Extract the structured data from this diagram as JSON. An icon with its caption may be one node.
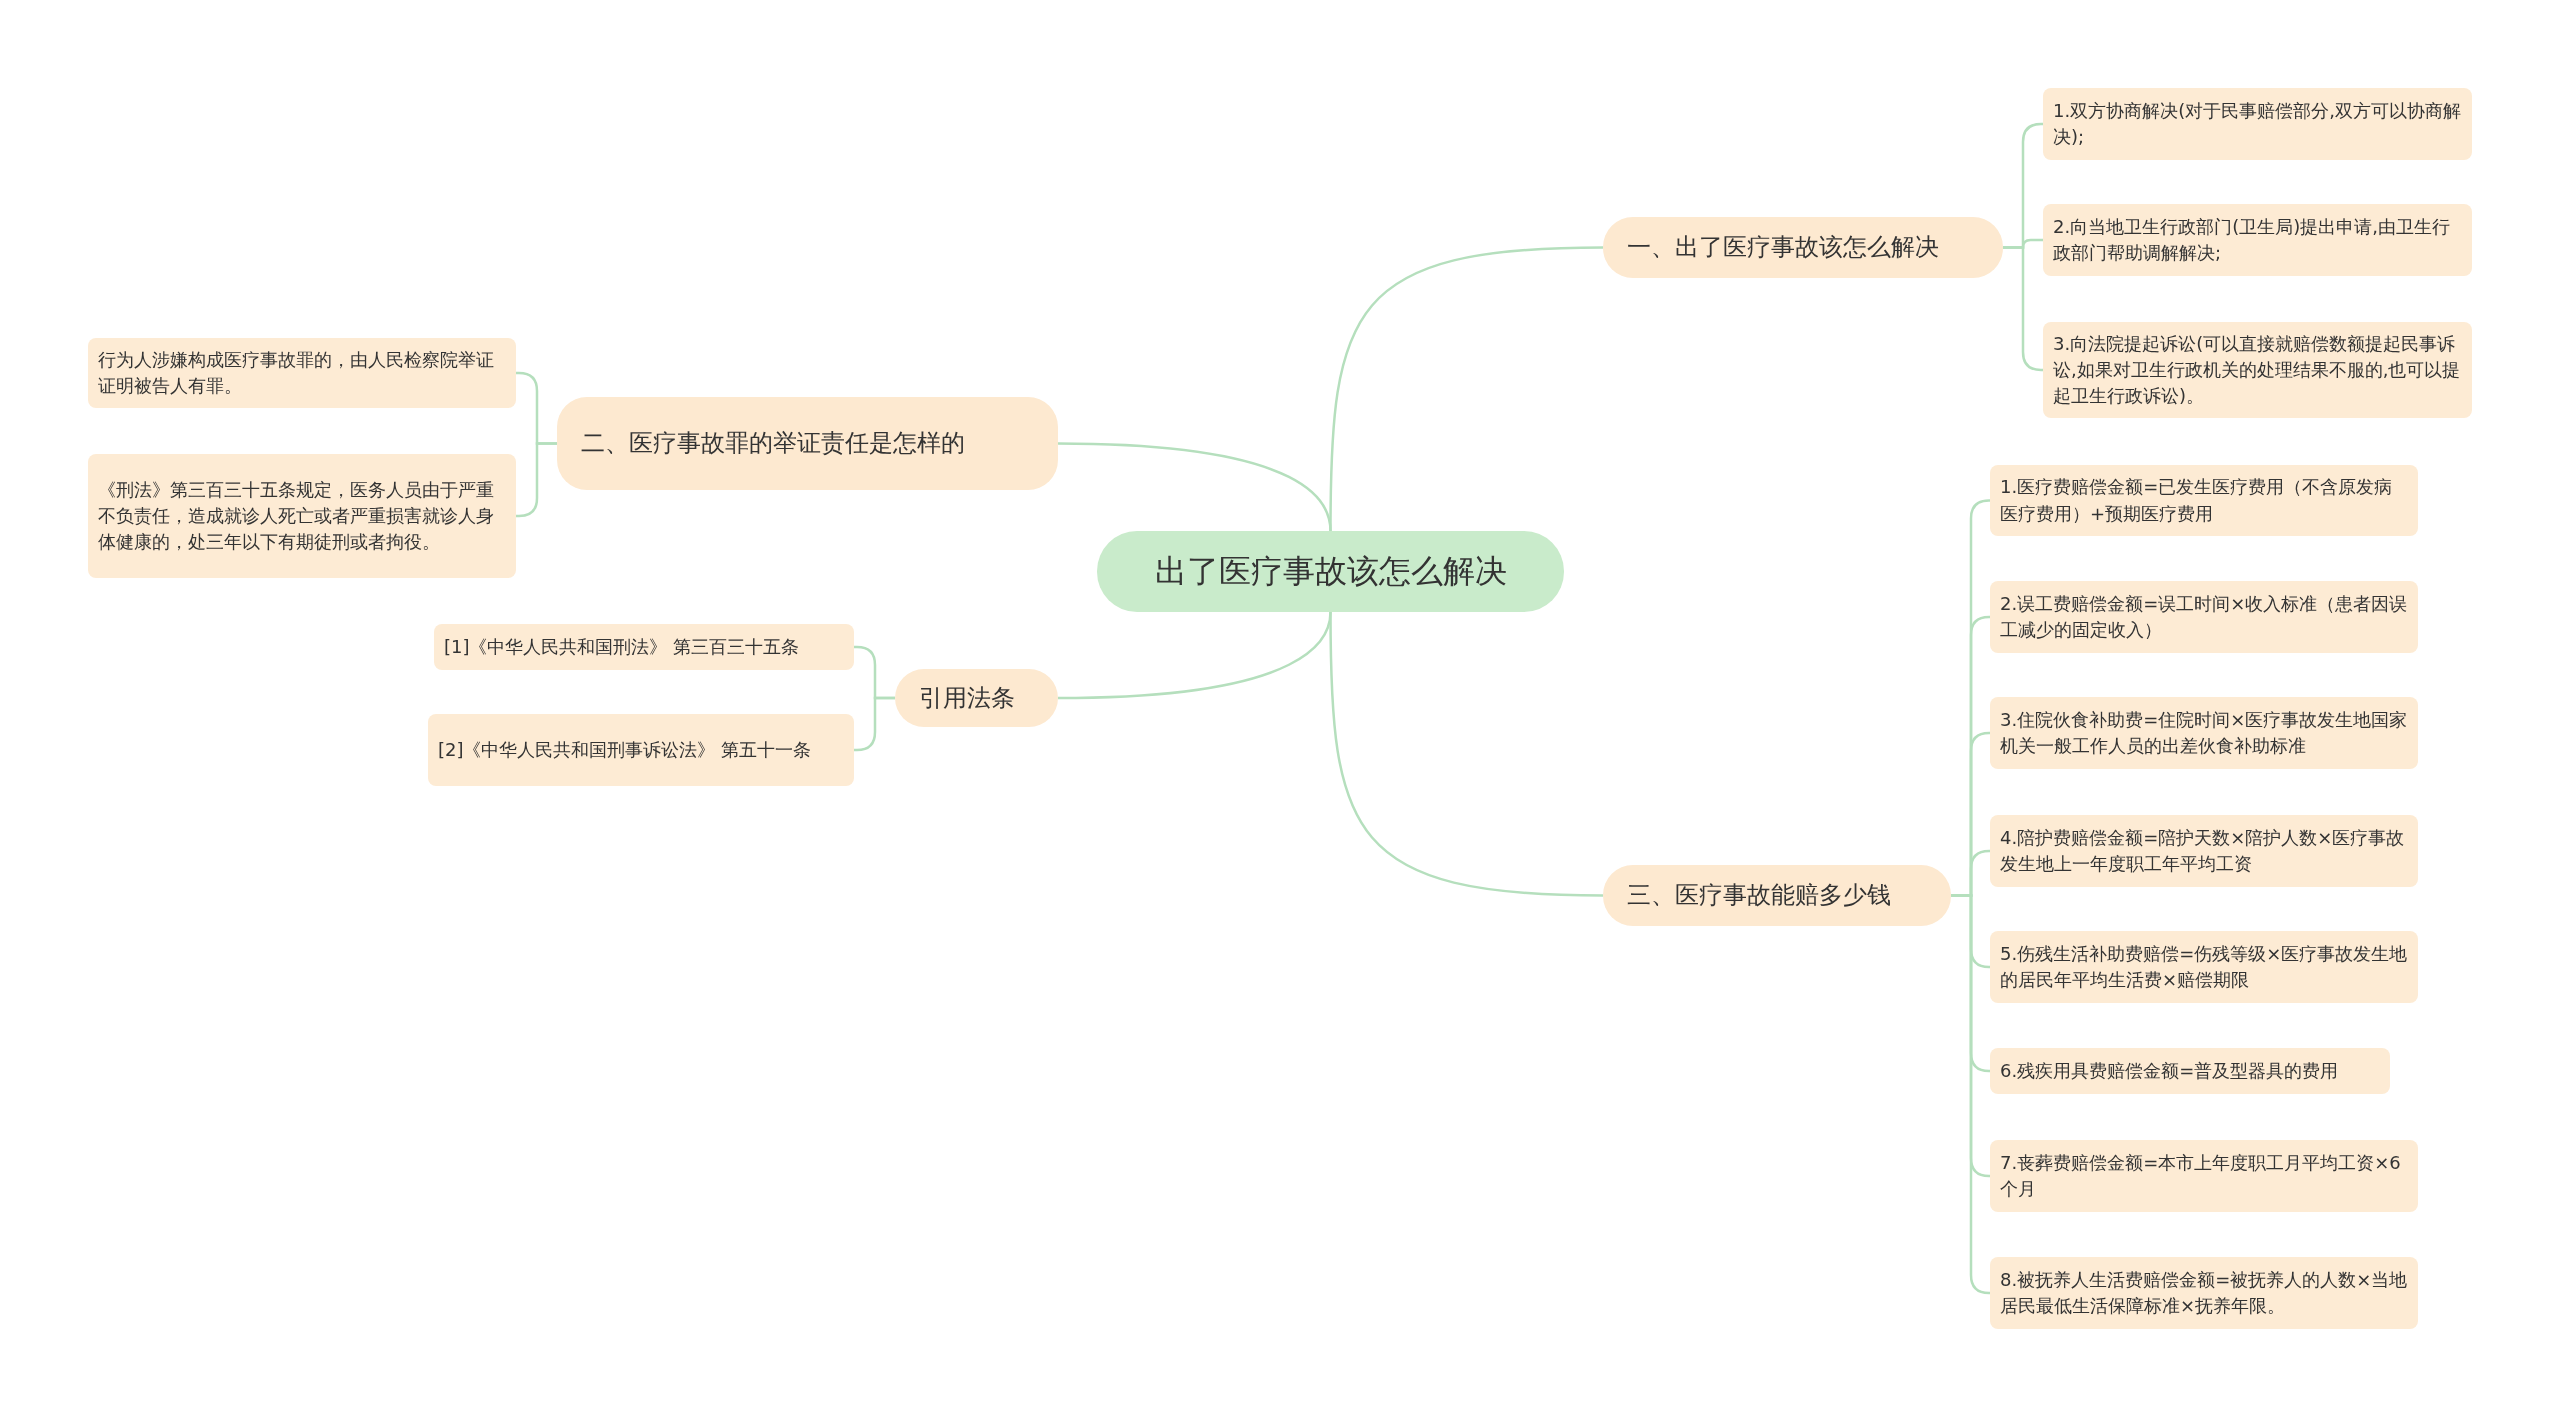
{
  "diagram": {
    "nodes": [
      {
        "text": [
          "出了医疗事故该怎么解决"
        ]
      },
      {
        "text": [
          "一、出了医疗事故该怎么解决"
        ]
      },
      {
        "text": [
          "1.双方协商解决(对于民事赔偿部分,双方可以协商解决);"
        ]
      },
      {
        "text": [
          "2.向当地卫生行政部门(卫生局)提出申请,由卫生行政部门帮助调解解决;"
        ]
      },
      {
        "text": [
          "3.向法院提起诉讼(可以直接就赔偿数额提起民事诉讼,如果对卫生行政机关的处理结果不服的,也可以提起卫生行政诉讼)。"
        ]
      },
      {
        "text": [
          "二、医疗事故罪的举证责任是怎样的"
        ]
      },
      {
        "text": [
          "行为人涉嫌构成医疗事故罪的，由人民检察院举证证明被告人有罪。"
        ]
      },
      {
        "text": [
          "《刑法》第三百三十五条规定，医务人员由于严重不负责任，造成就诊人死亡或者严重损害就诊人身体健康的，处三年以下有期徒刑或者拘役。"
        ]
      },
      {
        "text": [
          "引用法条"
        ]
      },
      {
        "text": [
          "[1]《中华人民共和国刑法》 第三百三十五条"
        ]
      },
      {
        "text": [
          "[2]《中华人民共和国刑事诉讼法》 第五十一条"
        ]
      },
      {
        "text": [
          "三、医疗事故能赔多少钱"
        ]
      },
      {
        "text": [
          "1.医疗费赔偿金额=已发生医疗费用（不含原发病医疗费用）+预期医疗费用"
        ]
      },
      {
        "text": [
          "2.误工费赔偿金额=误工时间×收入标准（患者因误工减少的固定收入）"
        ]
      },
      {
        "text": [
          "3.住院伙食补助费=住院时间×医疗事故发生地国家机关一般工作人员的出差伙食补助标准"
        ]
      },
      {
        "text": [
          "4.陪护费赔偿金额=陪护天数×陪护人数×医疗事故发生地上一年度职工年平均工资"
        ]
      },
      {
        "text": [
          "5.伤残生活补助费赔偿=伤残等级×医疗事故发生地的居民年平均生活费×赔偿期限"
        ]
      },
      {
        "text": [
          "6.残疾用具费赔偿金额=普及型器具的费用"
        ]
      },
      {
        "text": [
          "7.丧葬费赔偿金额=本市上年度职工月平均工资×6个月"
        ]
      },
      {
        "text": [
          "8.被抚养人生活费赔偿金额=被抚养人的人数×当地居民最低生活保障标准×抚养年限。"
        ]
      }
    ],
    "edges": [
      {
        "from": 0,
        "to": 1,
        "arrow": "none"
      },
      {
        "from": 1,
        "to": 2,
        "arrow": "none"
      },
      {
        "from": 1,
        "to": 3,
        "arrow": "none"
      },
      {
        "from": 1,
        "to": 4,
        "arrow": "none"
      },
      {
        "from": 0,
        "to": 5,
        "arrow": "none"
      },
      {
        "from": 5,
        "to": 6,
        "arrow": "none"
      },
      {
        "from": 5,
        "to": 7,
        "arrow": "none"
      },
      {
        "from": 0,
        "to": 8,
        "arrow": "none"
      },
      {
        "from": 8,
        "to": 9,
        "arrow": "none"
      },
      {
        "from": 8,
        "to": 10,
        "arrow": "none"
      },
      {
        "from": 0,
        "to": 11,
        "arrow": "none"
      },
      {
        "from": 11,
        "to": 12,
        "arrow": "none"
      },
      {
        "from": 11,
        "to": 13,
        "arrow": "none"
      },
      {
        "from": 11,
        "to": 14,
        "arrow": "none"
      },
      {
        "from": 11,
        "to": 15,
        "arrow": "none"
      },
      {
        "from": 11,
        "to": 16,
        "arrow": "none"
      },
      {
        "from": 11,
        "to": 17,
        "arrow": "none"
      },
      {
        "from": 11,
        "to": 18,
        "arrow": "none"
      },
      {
        "from": 11,
        "to": 19,
        "arrow": "none"
      }
    ]
  }
}
